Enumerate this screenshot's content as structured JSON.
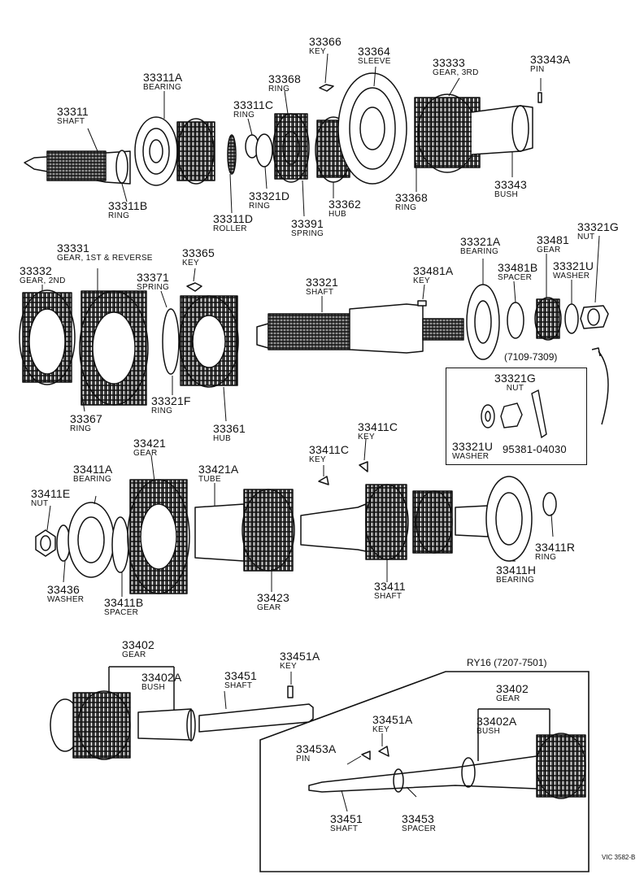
{
  "parts": [
    {
      "id": "p33311",
      "number": "33311",
      "name": "SHAFT"
    },
    {
      "id": "p33311A",
      "number": "33311A",
      "name": "BEARING"
    },
    {
      "id": "p33311B",
      "number": "33311B",
      "name": "RING"
    },
    {
      "id": "p33311C",
      "number": "33311C",
      "name": "RING"
    },
    {
      "id": "p33311D",
      "number": "33311D",
      "name": "ROLLER"
    },
    {
      "id": "p33368a",
      "number": "33368",
      "name": "RING"
    },
    {
      "id": "p33366",
      "number": "33366",
      "name": "KEY"
    },
    {
      "id": "p33364",
      "number": "33364",
      "name": "SLEEVE"
    },
    {
      "id": "p33333",
      "number": "33333",
      "name": "GEAR, 3RD"
    },
    {
      "id": "p33343A",
      "number": "33343A",
      "name": "PIN"
    },
    {
      "id": "p33321D",
      "number": "33321D",
      "name": "RING"
    },
    {
      "id": "p33362",
      "number": "33362",
      "name": "HUB"
    },
    {
      "id": "p33368b",
      "number": "33368",
      "name": "RING"
    },
    {
      "id": "p33343",
      "number": "33343",
      "name": "BUSH"
    },
    {
      "id": "p33391",
      "number": "33391",
      "name": "SPRING"
    },
    {
      "id": "p33331",
      "number": "33331",
      "name": "GEAR, 1ST & REVERSE"
    },
    {
      "id": "p33332",
      "number": "33332",
      "name": "GEAR, 2ND"
    },
    {
      "id": "p33365",
      "number": "33365",
      "name": "KEY"
    },
    {
      "id": "p33371",
      "number": "33371",
      "name": "SPRING"
    },
    {
      "id": "p33321",
      "number": "33321",
      "name": "SHAFT"
    },
    {
      "id": "p33481A",
      "number": "33481A",
      "name": "KEY"
    },
    {
      "id": "p33321A",
      "number": "33321A",
      "name": "BEARING"
    },
    {
      "id": "p33481",
      "number": "33481",
      "name": "GEAR"
    },
    {
      "id": "p33481B",
      "number": "33481B",
      "name": "SPACER"
    },
    {
      "id": "p33321G",
      "number": "33321G",
      "name": "NUT"
    },
    {
      "id": "p33321U",
      "number": "33321U",
      "name": "WASHER"
    },
    {
      "id": "p33321F",
      "number": "33321F",
      "name": "RING"
    },
    {
      "id": "p33367",
      "number": "33367",
      "name": "RING"
    },
    {
      "id": "p33361",
      "number": "33361",
      "name": "HUB"
    },
    {
      "id": "p33321G_b",
      "number": "33321G",
      "name": "NUT"
    },
    {
      "id": "p33321U_b",
      "number": "33321U",
      "name": "WASHER"
    },
    {
      "id": "p95381",
      "number": "95381-04030",
      "name": ""
    },
    {
      "id": "p33421",
      "number": "33421",
      "name": "GEAR"
    },
    {
      "id": "p33411A",
      "number": "33411A",
      "name": "BEARING"
    },
    {
      "id": "p33411E",
      "number": "33411E",
      "name": "NUT"
    },
    {
      "id": "p33421A",
      "number": "33421A",
      "name": "TUBE"
    },
    {
      "id": "p33411Ca",
      "number": "33411C",
      "name": "KEY"
    },
    {
      "id": "p33411Cb",
      "number": "33411C",
      "name": "KEY"
    },
    {
      "id": "p33411R",
      "number": "33411R",
      "name": "RING"
    },
    {
      "id": "p33411H",
      "number": "33411H",
      "name": "BEARING"
    },
    {
      "id": "p33411",
      "number": "33411",
      "name": "SHAFT"
    },
    {
      "id": "p33423",
      "number": "33423",
      "name": "GEAR"
    },
    {
      "id": "p33436",
      "number": "33436",
      "name": "WASHER"
    },
    {
      "id": "p33411B",
      "number": "33411B",
      "name": "SPACER"
    },
    {
      "id": "p33402",
      "number": "33402",
      "name": "GEAR"
    },
    {
      "id": "p33402A",
      "number": "33402A",
      "name": "BUSH"
    },
    {
      "id": "p33451",
      "number": "33451",
      "name": "SHAFT"
    },
    {
      "id": "p33451A",
      "number": "33451A",
      "name": "KEY"
    },
    {
      "id": "p33402_b",
      "number": "33402",
      "name": "GEAR"
    },
    {
      "id": "p33402A_b",
      "number": "33402A",
      "name": "BUSH"
    },
    {
      "id": "p33451A_b",
      "number": "33451A",
      "name": "KEY"
    },
    {
      "id": "p33453A",
      "number": "33453A",
      "name": "PIN"
    },
    {
      "id": "p33451_b",
      "number": "33451",
      "name": "SHAFT"
    },
    {
      "id": "p33453",
      "number": "33453",
      "name": "SPACER"
    }
  ],
  "inset_upper_title": "(7109-7309)",
  "inset_lower_title": "RY16   (7207-7501)",
  "drawing_code": "VIC 3582-B"
}
